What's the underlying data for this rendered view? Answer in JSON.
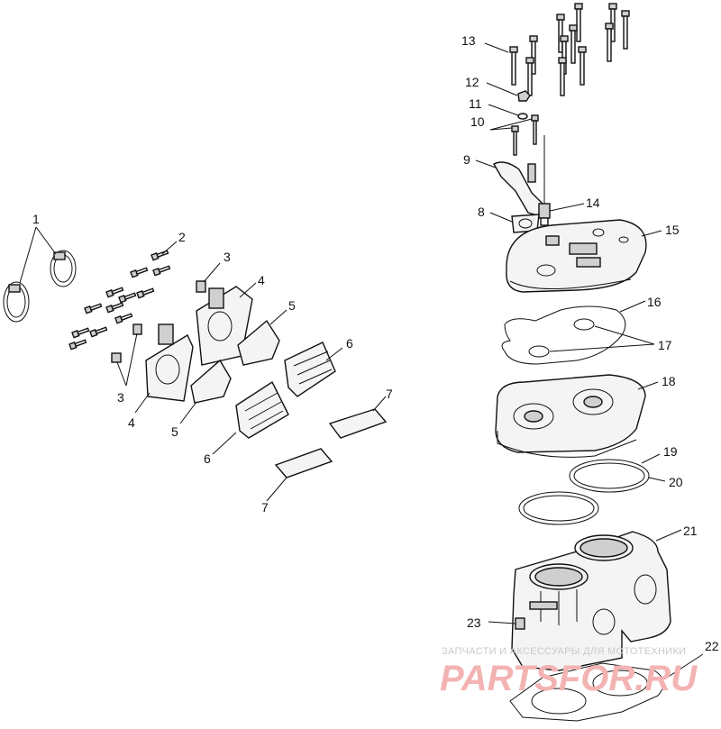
{
  "callouts": {
    "c1": "1",
    "c2": "2",
    "c3a": "3",
    "c3b": "3",
    "c4a": "4",
    "c4b": "4",
    "c5a": "5",
    "c5b": "5",
    "c6a": "6",
    "c6b": "6",
    "c7a": "7",
    "c7b": "7",
    "c8": "8",
    "c9": "9",
    "c10": "10",
    "c11": "11",
    "c12": "12",
    "c13": "13",
    "c14": "14",
    "c15": "15",
    "c16": "16",
    "c17": "17",
    "c18": "18",
    "c19": "19",
    "c20": "20",
    "c21": "21",
    "c22": "22",
    "c23": "23"
  },
  "watermark": {
    "tagline": "ЗАПЧАСТИ И АКСЕССУАРЫ ДЛЯ МОТОТЕХНИКИ",
    "brand": "PARTSFOR.RU"
  }
}
